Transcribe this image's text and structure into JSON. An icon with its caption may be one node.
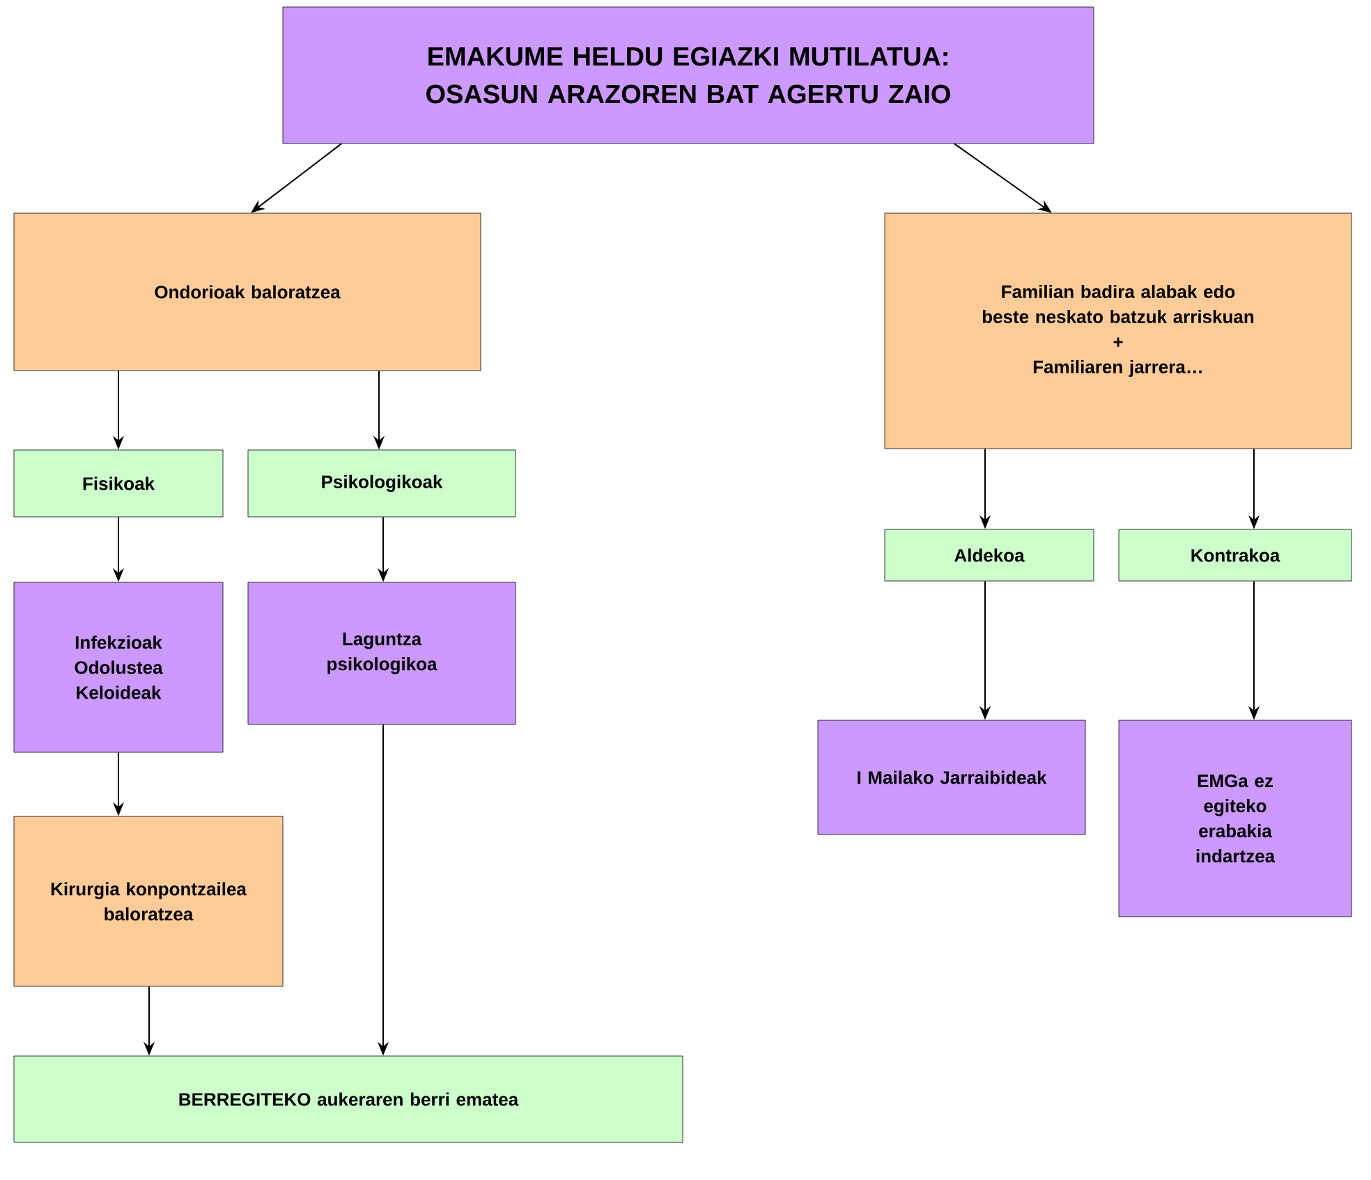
{
  "diagram": {
    "nodes": [
      {
        "text": [
          "EMAKUME HELDU EGIAZKI MUTILATUA: OSASUN ARAZOREN BAT AGERTU ZAIO"
        ]
      },
      {
        "text": [
          "Ondorioak baloratzea"
        ]
      },
      {
        "text": [
          "Familian badira alabak edo beste neskato batzuk arriskuan",
          "+",
          "Familiaren jarrera…"
        ]
      },
      {
        "text": [
          "Fisikoak"
        ]
      },
      {
        "text": [
          "Psikologikoak"
        ]
      },
      {
        "text": [
          "Aldekoa"
        ]
      },
      {
        "text": [
          "Kontrakoa"
        ]
      },
      {
        "text": [
          "Infekzioak Odolustea Keloideak"
        ]
      },
      {
        "text": [
          "Laguntza psikologikoa"
        ]
      },
      {
        "text": [
          "I Mailako Jarraibideak"
        ]
      },
      {
        "text": [
          "EMGa ez egiteko erabakia indartzea"
        ]
      },
      {
        "text": [
          "Kirurgia konpontzailea baloratzea"
        ]
      },
      {
        "text": [
          "BERREGITEKO aukeraren berri ematea"
        ]
      }
    ],
    "edges": [
      {
        "from": 0,
        "to": 1,
        "arrow": "to"
      },
      {
        "from": 0,
        "to": 2,
        "arrow": "to"
      },
      {
        "from": 1,
        "to": 3,
        "arrow": "to"
      },
      {
        "from": 1,
        "to": 4,
        "arrow": "to"
      },
      {
        "from": 3,
        "to": 7,
        "arrow": "to"
      },
      {
        "from": 4,
        "to": 8,
        "arrow": "to"
      },
      {
        "from": 7,
        "to": 11,
        "arrow": "to"
      },
      {
        "from": 11,
        "to": 12,
        "arrow": "to"
      },
      {
        "from": 8,
        "to": 12,
        "arrow": "to"
      },
      {
        "from": 2,
        "to": 5,
        "arrow": "to"
      },
      {
        "from": 2,
        "to": 6,
        "arrow": "to"
      },
      {
        "from": 5,
        "to": 9,
        "arrow": "to"
      },
      {
        "from": 6,
        "to": 10,
        "arrow": "to"
      }
    ]
  }
}
